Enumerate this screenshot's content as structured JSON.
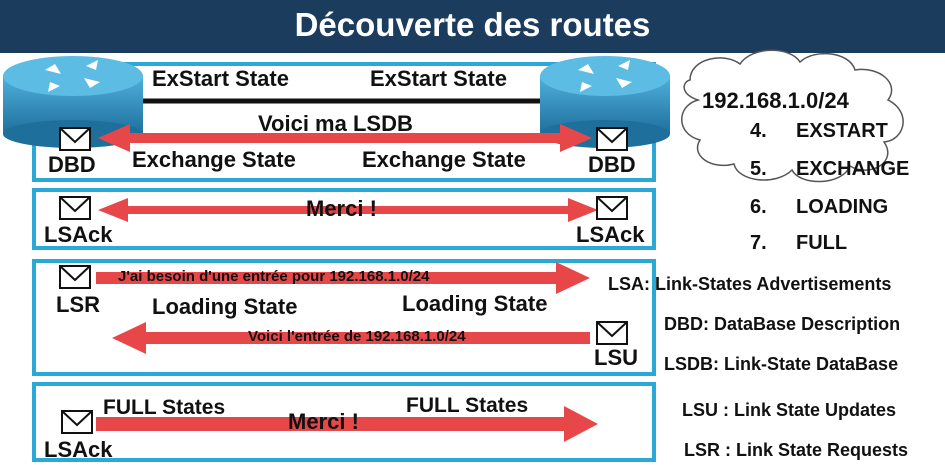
{
  "title": "Découverte des routes",
  "panel1": {
    "left_top": "ExStart State",
    "right_top": "ExStart State",
    "center": "Voici ma LSDB",
    "left_bottom": "Exchange State",
    "right_bottom": "Exchange State",
    "left_env": "DBD",
    "right_env": "DBD"
  },
  "panel2": {
    "center": "Merci !",
    "left_env": "LSAck",
    "right_env": "LSAck"
  },
  "panel3": {
    "arrow1": "J'ai besoin d'une entrée pour 192.168.1.0/24",
    "left_state": "Loading State",
    "right_state": "Loading State",
    "arrow2": "Voici l'entrée de 192.168.1.0/24",
    "left_env": "LSR",
    "right_env": "LSU"
  },
  "panel4": {
    "left_state": "FULL States",
    "right_state": "FULL States",
    "center": "Merci !",
    "left_env": "LSAck"
  },
  "cloud": {
    "network": "192.168.1.0/24",
    "states": [
      {
        "num": "4.",
        "label": "EXSTART"
      },
      {
        "num": "5.",
        "label": "EXCHANGE"
      },
      {
        "num": "6.",
        "label": "LOADING"
      },
      {
        "num": "7.",
        "label": "FULL"
      }
    ]
  },
  "legend": [
    {
      "key": "LSA:",
      "value": "Link-States Advertisements"
    },
    {
      "key": "DBD:",
      "value": "DataBase Description"
    },
    {
      "key": "LSDB:",
      "value": "Link-State DataBase"
    },
    {
      "key": "LSU :",
      "value": "Link State Updates"
    },
    {
      "key": "LSR :",
      "value": "Link State Requests"
    }
  ],
  "colors": {
    "header": "#1c3c5e",
    "panel_border": "#2aa9d6",
    "arrow": "#e8474a",
    "router": "#2d8fc0"
  }
}
